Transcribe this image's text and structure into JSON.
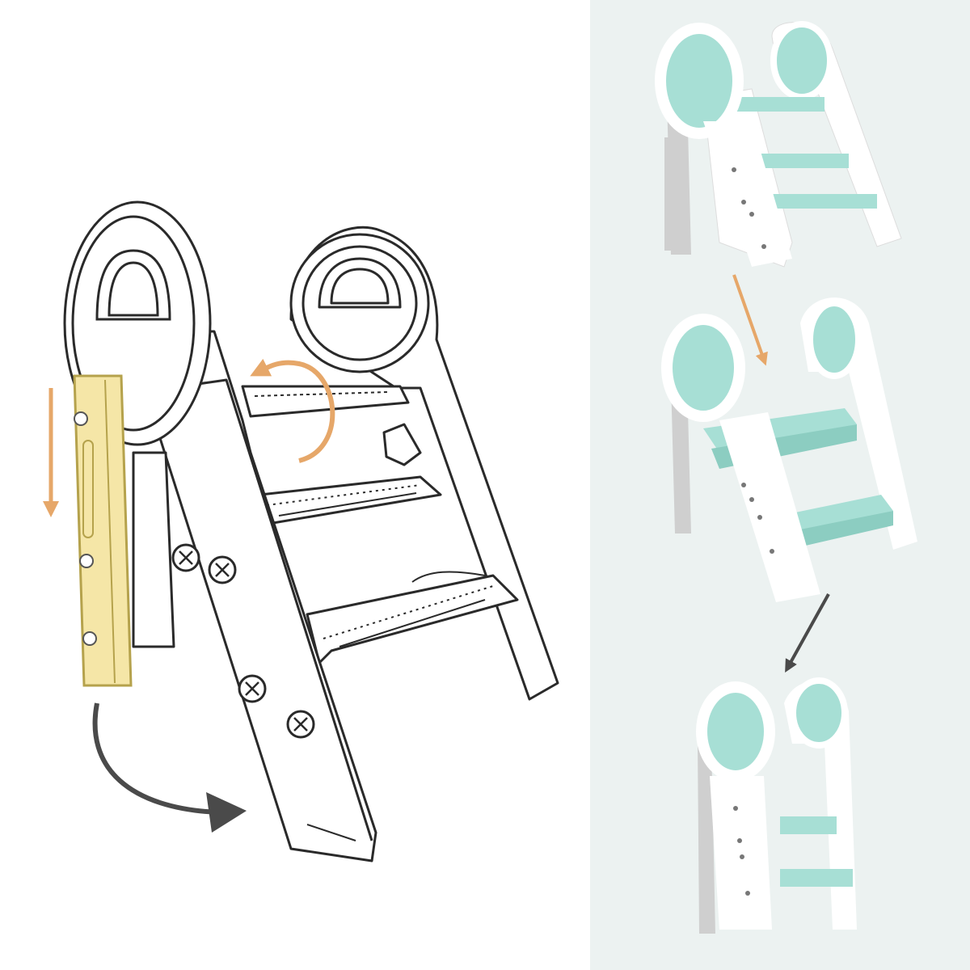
{
  "colors": {
    "outline": "#2a2a2a",
    "white_plastic": "#ffffff",
    "lock_bar_fill": "#f5e6a7",
    "lock_bar_stroke": "#b5a24c",
    "arrow_orange": "#e6a769",
    "arrow_dark": "#4a4a4a",
    "step_mint": "#a7dfd5",
    "step_mint_dark": "#8ccdc1",
    "grey_leg": "#cfcfcf",
    "right_background": "#ecf2f1"
  },
  "icons": {
    "screw": "screw-icon",
    "rotate_arrow": "rotate-arrow-icon",
    "down_arrow": "down-arrow-icon",
    "swing_arrow": "swing-arrow-icon"
  },
  "stages": [
    {
      "state": "unfolded-three-step"
    },
    {
      "state": "partially-folded"
    },
    {
      "state": "fully-folded"
    }
  ]
}
